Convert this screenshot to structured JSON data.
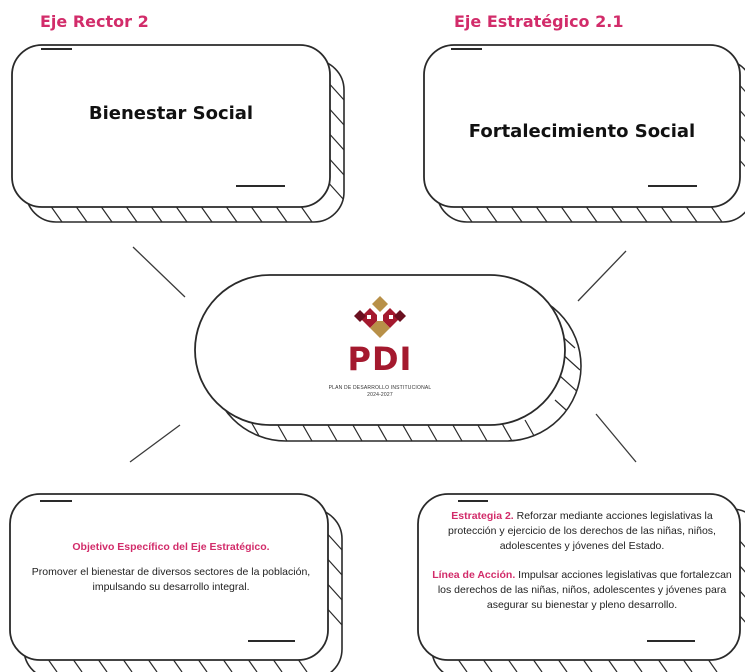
{
  "labels": {
    "eje_rector": "Eje Rector 2",
    "eje_estrategico": "Eje Estratégico 2.1"
  },
  "cards": {
    "bienestar": "Bienestar Social",
    "fortalecimiento": "Fortalecimiento Social"
  },
  "center": {
    "logo_text": "PDI",
    "caption_line1": "PLAN DE DESARROLLO INSTITUCIONAL",
    "caption_line2": "2024-2027"
  },
  "objetivo": {
    "heading": "Objetivo Específico del Eje Estratégico.",
    "body": "Promover el bienestar de diversos sectores de la población, impulsando su desarrollo integral."
  },
  "estrategia": {
    "label": "Estrategia 2.",
    "text": " Reforzar mediante acciones legislativas la protección y ejercicio de los derechos de las niñas, niños, adolescentes y jóvenes del Estado.",
    "linea_label": "Línea de Acción.",
    "linea_text": " Impulsar acciones legislativas que fortalezcan los derechos de las niñas, niños, adolescentes y jóvenes para asegurar su bienestar y pleno desarrollo."
  },
  "colors": {
    "accent": "#d22c6a",
    "logo_red": "#a4192e",
    "stroke": "#2a2a2a"
  }
}
